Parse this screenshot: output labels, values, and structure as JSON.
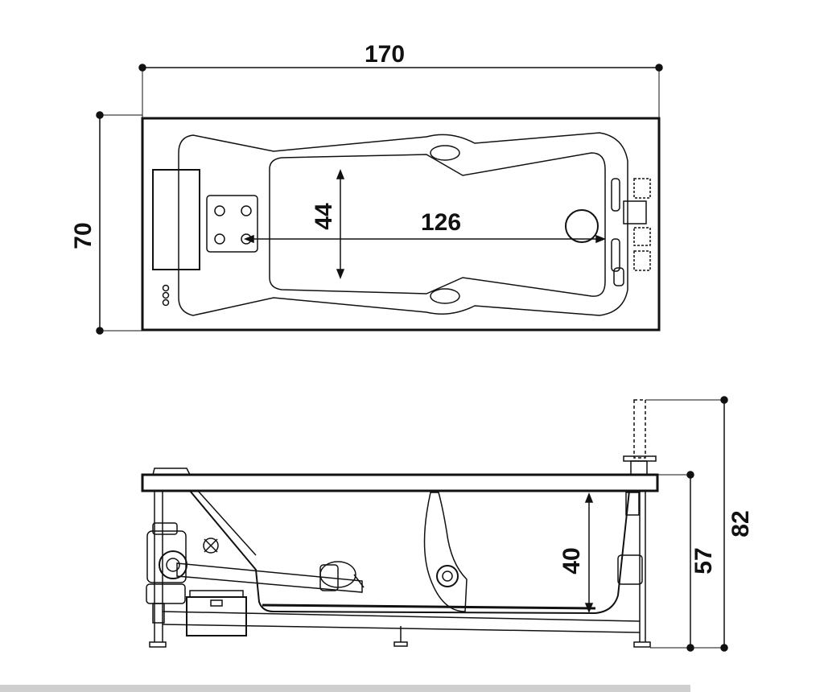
{
  "dimensions": {
    "top_width": "170",
    "top_depth": "70",
    "inner_length": "126",
    "inner_width": "44",
    "side_inner_depth": "40",
    "side_tub_height": "57",
    "side_total_height": "82"
  },
  "colors": {
    "line": "#111111",
    "fill": "#ffffff",
    "bar": "#cfcfcf"
  }
}
